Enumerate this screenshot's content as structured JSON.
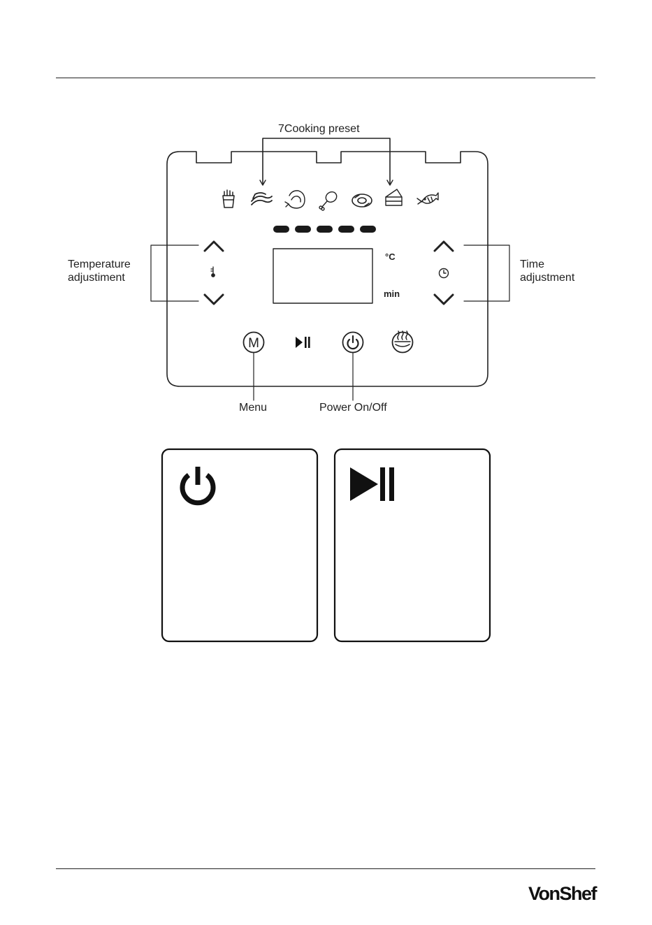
{
  "diagram": {
    "callouts": {
      "cooking_presets": "7Cooking preset",
      "temperature": "Temperature\nadjustiment",
      "time": "Time\nadjustment",
      "menu": "Menu",
      "power": "Power On/Off"
    },
    "display_units": {
      "temperature": "°C",
      "time": "min"
    },
    "panel_buttons": {
      "menu": "M"
    },
    "preset_icons": [
      "fries-icon",
      "bacon-icon",
      "shrimp-icon",
      "drumstick-icon",
      "steak-icon",
      "cake-icon",
      "fish-icon"
    ],
    "indicator_count": 5
  },
  "detail_boxes": [
    {
      "icon": "power-icon"
    },
    {
      "icon": "play-pause-icon"
    }
  ],
  "footer": {
    "brand": "VonShef"
  }
}
